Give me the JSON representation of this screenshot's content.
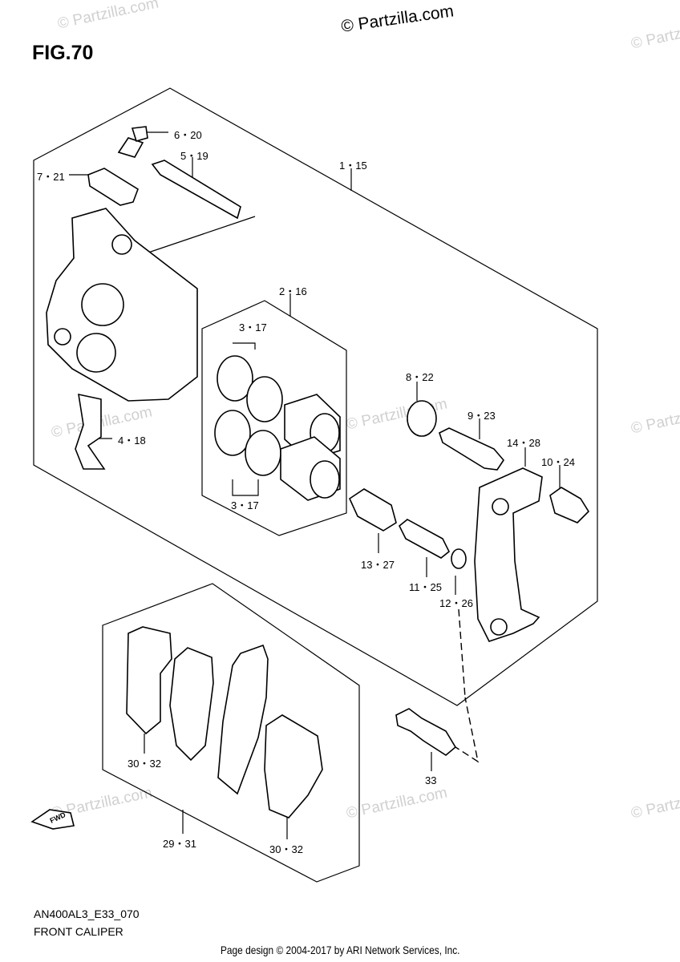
{
  "figure": {
    "title": "FIG.70",
    "copyright": "© Partzilla.com",
    "watermark": "© Partzilla.com",
    "model_code": "AN400AL3_E33_070",
    "caption": "FRONT CALIPER",
    "footer": "Page design © 2004-2017 by ARI Network Services, Inc.",
    "fwd_badge": "FWD"
  },
  "callouts": [
    {
      "id": "6-20",
      "text": "6・20"
    },
    {
      "id": "5-19",
      "text": "5・19"
    },
    {
      "id": "7-21",
      "text": "7・21"
    },
    {
      "id": "1-15",
      "text": "1・15"
    },
    {
      "id": "2-16",
      "text": "2・16"
    },
    {
      "id": "3-17a",
      "text": "3・17"
    },
    {
      "id": "3-17b",
      "text": "3・17"
    },
    {
      "id": "4-18",
      "text": "4・18"
    },
    {
      "id": "8-22",
      "text": "8・22"
    },
    {
      "id": "9-23",
      "text": "9・23"
    },
    {
      "id": "14-28",
      "text": "14・28"
    },
    {
      "id": "10-24",
      "text": "10・24"
    },
    {
      "id": "13-27",
      "text": "13・27"
    },
    {
      "id": "11-25",
      "text": "11・25"
    },
    {
      "id": "12-26",
      "text": "12・26"
    },
    {
      "id": "30-32a",
      "text": "30・32"
    },
    {
      "id": "33",
      "text": "33"
    },
    {
      "id": "29-31",
      "text": "29・31"
    },
    {
      "id": "30-32b",
      "text": "30・32"
    }
  ]
}
